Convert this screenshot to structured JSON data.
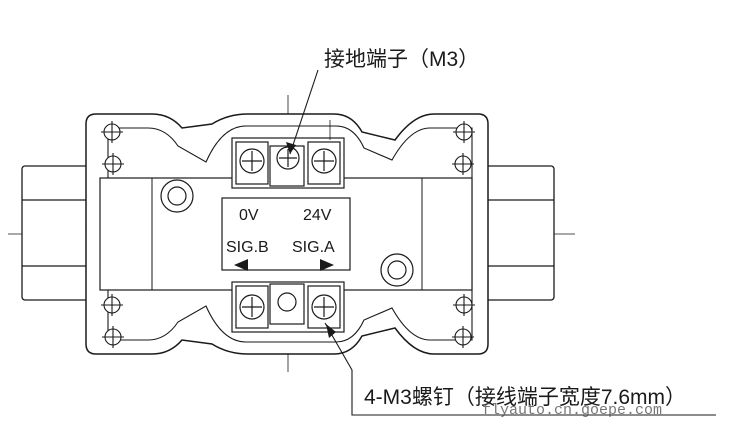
{
  "callouts": {
    "ground_terminal": "接地端子（M3）",
    "screws": "4-M3螺钉（接线端子宽度7.6mm）"
  },
  "terminal_labels": {
    "left_voltage": "0V",
    "right_voltage": "24V",
    "left_signal": "SIG.B",
    "right_signal": "SIG.A"
  },
  "watermark": "flyauto.cn.goepe.com",
  "colors": {
    "stroke": "#1a1a1a",
    "background": "#ffffff"
  }
}
